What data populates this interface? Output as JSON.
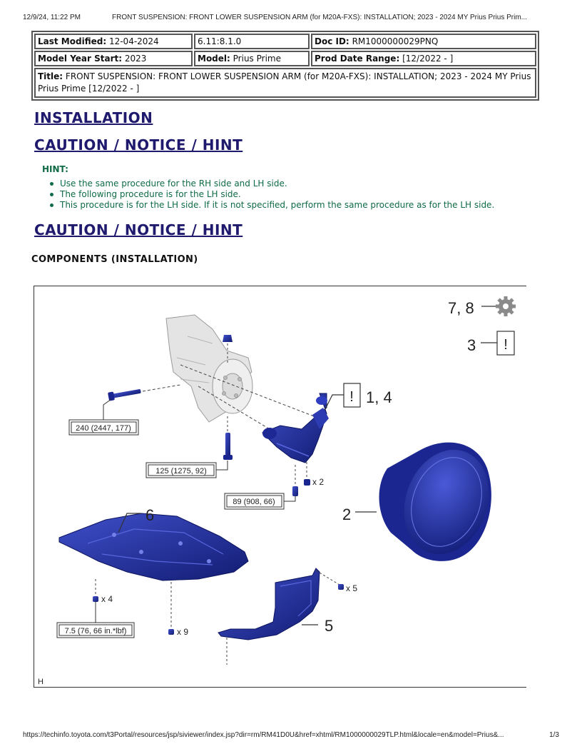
{
  "print_header": {
    "timestamp": "12/9/24, 11:22 PM",
    "doc_title": "FRONT SUSPENSION: FRONT LOWER SUSPENSION ARM (for M20A-FXS): INSTALLATION; 2023 - 2024 MY Prius Prius Prim..."
  },
  "meta": {
    "last_modified_label": "Last Modified:",
    "last_modified": "12-04-2024",
    "version": "6.11:8.1.0",
    "doc_id_label": "Doc ID:",
    "doc_id": "RM1000000029PNQ",
    "model_year_label": "Model Year Start:",
    "model_year": "2023",
    "model_label": "Model:",
    "model": "Prius Prime",
    "prod_date_label": "Prod Date Range:",
    "prod_date": "[12/2022 -           ]",
    "title_label": "Title:",
    "title": "FRONT SUSPENSION: FRONT LOWER SUSPENSION ARM (for M20A-FXS): INSTALLATION; 2023 - 2024 MY Prius Prius Prime [12/2022 -          ]"
  },
  "headings": {
    "installation": "INSTALLATION",
    "caution_1": "CAUTION / NOTICE / HINT",
    "caution_2": "CAUTION / NOTICE / HINT",
    "components": "COMPONENTS (INSTALLATION)"
  },
  "hint": {
    "label": "HINT:",
    "items": [
      "Use the same procedure for the RH side and LH side.",
      "The following procedure is for the LH side.",
      "This procedure is for the LH side. If it is not specified, perform the same procedure as for the LH side."
    ]
  },
  "figure": {
    "legend": {
      "gear_ref": "7, 8",
      "notice_ref": "3",
      "notice_symbol": "!"
    },
    "callouts": {
      "arm_ref": "1, 4",
      "tire_ref": "2",
      "cover_ref": "6",
      "shield_ref": "5",
      "corner": "H"
    },
    "torques": {
      "bolt_front": "240 (2447, 177)",
      "bolt_vertical": "125 (1275, 92)",
      "bolt_rear": "89 (908, 66)",
      "cover_screw": "7.5 (76, 66 in.*lbf)"
    },
    "quantities": {
      "rear_bolts": "x 2",
      "cover_front": "x 4",
      "cover_bottom": "x 9",
      "shield": "x 5"
    },
    "colors": {
      "part": "#2a3ab5",
      "part_dark": "#141f7a",
      "line": "#333333"
    }
  },
  "print_footer": {
    "url": "https://techinfo.toyota.com/t3Portal/resources/jsp/siviewer/index.jsp?dir=rm/RM41D0U&href=xhtml/RM1000000029TLP.html&locale=en&model=Prius&...",
    "page": "1/3"
  }
}
